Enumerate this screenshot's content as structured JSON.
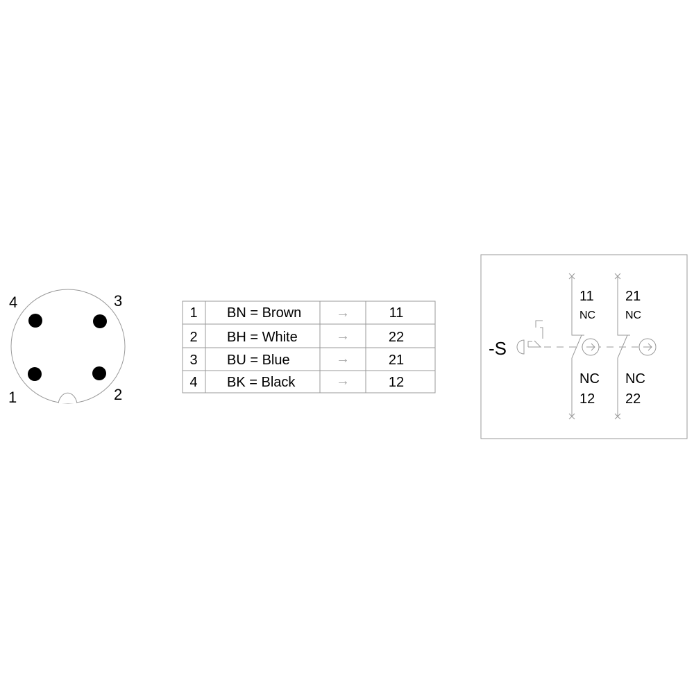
{
  "connector": {
    "pin_labels": [
      "1",
      "2",
      "3",
      "4"
    ]
  },
  "wiring_table": {
    "rows": [
      {
        "pin": "1",
        "color": "BN = Brown",
        "arrow": "→",
        "terminal": "11"
      },
      {
        "pin": "2",
        "color": "BH = White",
        "arrow": "→",
        "terminal": "22"
      },
      {
        "pin": "3",
        "color": "BU = Blue",
        "arrow": "→",
        "terminal": "21"
      },
      {
        "pin": "4",
        "color": "BK = Black",
        "arrow": "→",
        "terminal": "12"
      }
    ]
  },
  "switch": {
    "designator": "-S",
    "contacts": [
      {
        "top_terminal": "11",
        "top_type": "NC",
        "bottom_type": "NC",
        "bottom_terminal": "12"
      },
      {
        "top_terminal": "21",
        "top_type": "NC",
        "bottom_type": "NC",
        "bottom_terminal": "22"
      }
    ]
  }
}
